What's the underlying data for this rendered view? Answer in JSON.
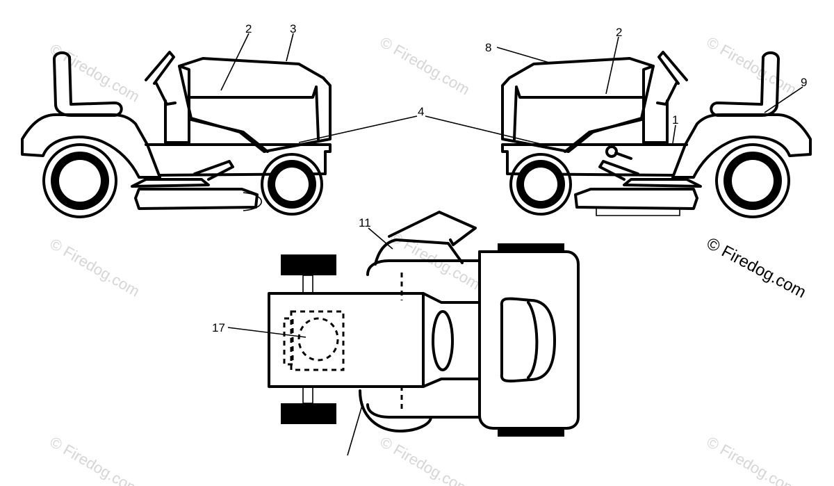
{
  "callouts": {
    "c2_left": "2",
    "c3": "3",
    "c8": "8",
    "c2_right": "2",
    "c9": "9",
    "c4": "4",
    "c1": "1",
    "c11": "11",
    "c17": "17"
  },
  "watermark": {
    "text": "© Firedog.com"
  },
  "colors": {
    "line": "#000000",
    "watermark_faint": "#d6d6d6",
    "background": "#ffffff"
  }
}
